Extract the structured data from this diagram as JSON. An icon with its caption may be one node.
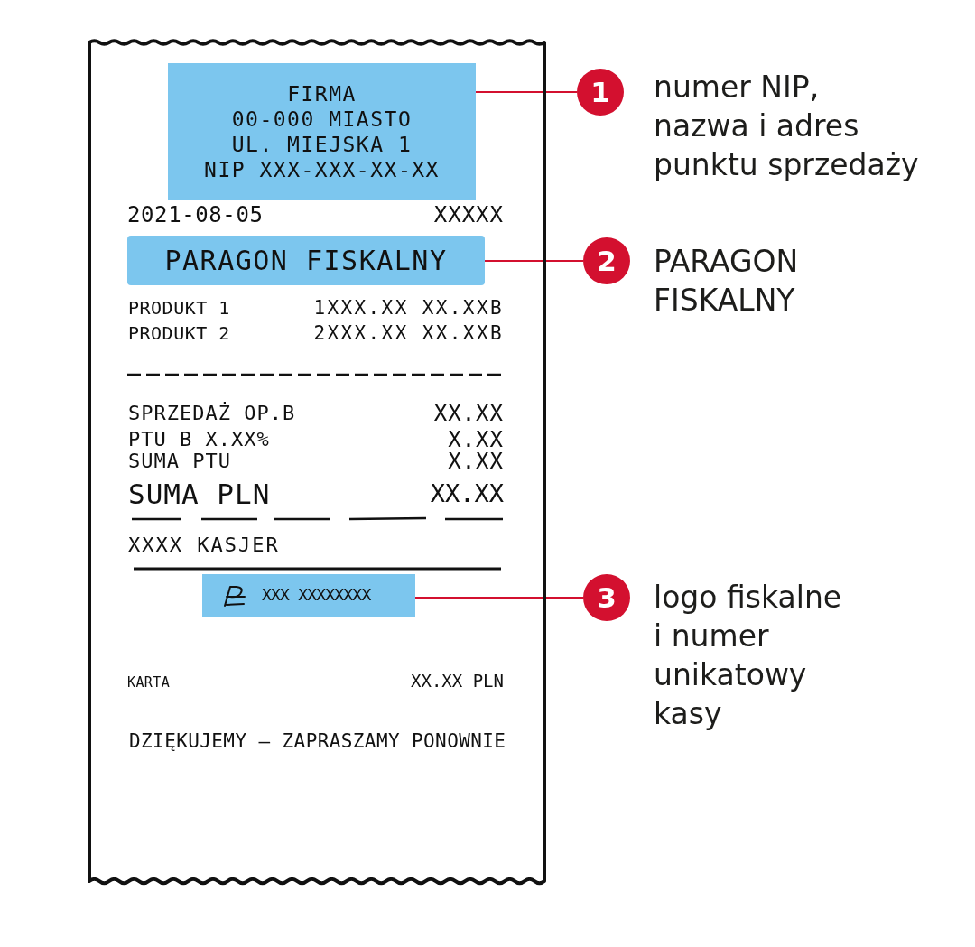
{
  "diagram": {
    "nodes": [
      {
        "text": [
          "2021-08-05",
          "XXXXX",
          "PRODUKT 1",
          "1XXX.XX XX.XXB",
          "PRODUKT 2",
          "2XXX.XX XX.XXB",
          "SPRZEDAŻ OP.B",
          "XX.XX",
          "PTU B X.XX%",
          "X.XX",
          "SUMA PTU",
          "X.XX",
          "SUMA PLN",
          "XX.XX",
          "XXXX KASJER",
          "KARTA",
          "XX.XX PLN",
          "DZIĘKUJEMY – ZAPRASZAMY PONOWNIE"
        ]
      },
      {
        "text": [
          "FIRMA",
          "00-000 MIASTO",
          "UL. MIEJSKA 1",
          "NIP XXX-XXX-XX-XX"
        ],
        "in": 0
      },
      {
        "text": [
          "PARAGON FISKALNY"
        ],
        "in": 0
      },
      {
        "text": [
          "XXX XXXXXXXX"
        ],
        "in": 0
      },
      {
        "text": [
          "1"
        ],
        "beside": [
          "numer NIP, nazwa i adres punktu sprzedaży"
        ]
      },
      {
        "text": [
          "2"
        ],
        "beside": [
          "PARAGON FISKALNY"
        ]
      },
      {
        "text": [
          "3"
        ],
        "beside": [
          "logo fiskalne i numer unikatowy kasy"
        ]
      }
    ],
    "edges": [
      {
        "from": 4,
        "to": 1,
        "arrow": "none"
      },
      {
        "from": 5,
        "to": 2,
        "arrow": "none"
      },
      {
        "from": 6,
        "to": 3,
        "arrow": "none"
      }
    ]
  }
}
